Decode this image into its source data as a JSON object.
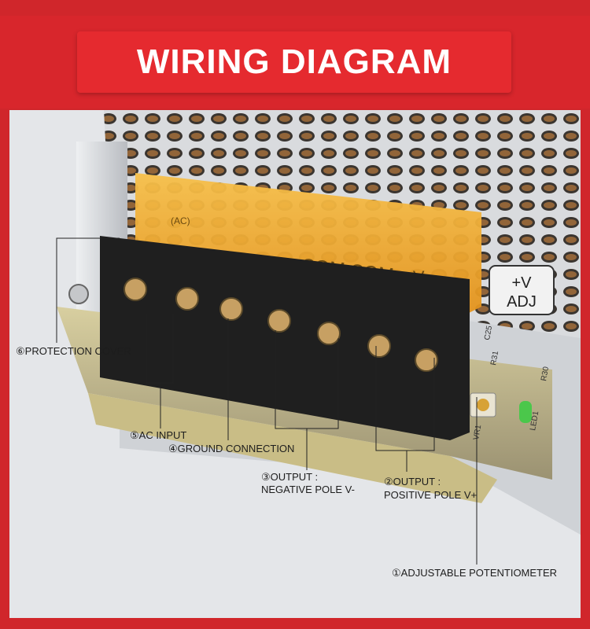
{
  "header": {
    "title": "WIRING DIAGRAM"
  },
  "photo": {
    "cover_labels": [
      "(AC)",
      "COM",
      "COM",
      "+V",
      "+"
    ],
    "badge_line1": "+V",
    "badge_line2": "ADJ",
    "board_labels": [
      "C25",
      "R31",
      "R30",
      "LED1",
      "VR1"
    ]
  },
  "callouts": {
    "protection_cover": "⑥PROTECTION COVER",
    "ac_input": "⑤AC INPUT",
    "ground_connection": "④GROUND CONNECTION",
    "output_negative_1": "③OUTPUT :",
    "output_negative_2": "NEGATIVE POLE V-",
    "output_positive_1": "②OUTPUT :",
    "output_positive_2": "POSITIVE POLE V+",
    "adjustable_potentiometer": "①ADJUSTABLE POTENTIOMETER"
  },
  "colors": {
    "brand_red": "#e52a2f",
    "frame_red": "#d0262b",
    "cover_amber": "#f0a21c",
    "terminal_black": "#1f1f1f",
    "metal_grey": "#c9ccd0"
  }
}
